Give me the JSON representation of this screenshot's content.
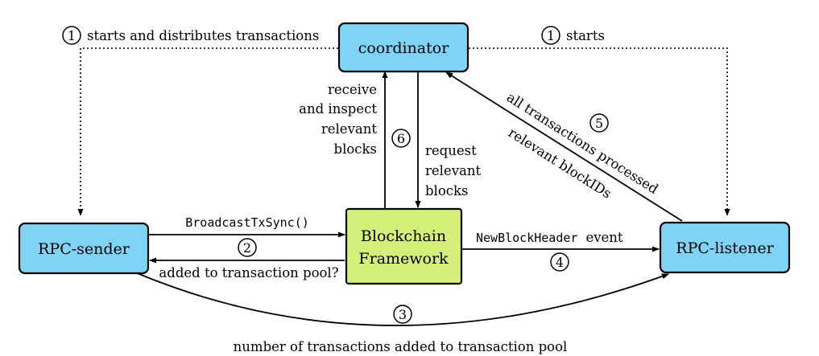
{
  "nodes": {
    "coordinator": "coordinator",
    "rpc_sender": "RPC-sender",
    "rpc_listener": "RPC-listener",
    "blockchain_line1": "Blockchain",
    "blockchain_line2": "Framework"
  },
  "edges": {
    "starts_distributes": "starts and distributes transactions",
    "starts": "starts",
    "receive_line1": "receive",
    "receive_line2": "and inspect",
    "receive_line3": "relevant",
    "receive_line4": "blocks",
    "request_line1": "request",
    "request_line2": "relevant",
    "request_line3": "blocks",
    "all_processed": "all transactions processed",
    "relevant_blockids": "relevant blockIDs",
    "broadcast": "BroadcastTxSync()",
    "added_pool": "added to transaction pool?",
    "new_block_header_code": "NewBlockHeader",
    "new_block_header_event": "event",
    "num_added": "number of transactions added to transaction pool"
  },
  "steps": {
    "s1a": "1",
    "s1b": "1",
    "s2": "2",
    "s3": "3",
    "s4": "4",
    "s5": "5",
    "s6": "6"
  },
  "colors": {
    "node_blue": "#7fd3f5",
    "node_green": "#d4ef7a"
  }
}
